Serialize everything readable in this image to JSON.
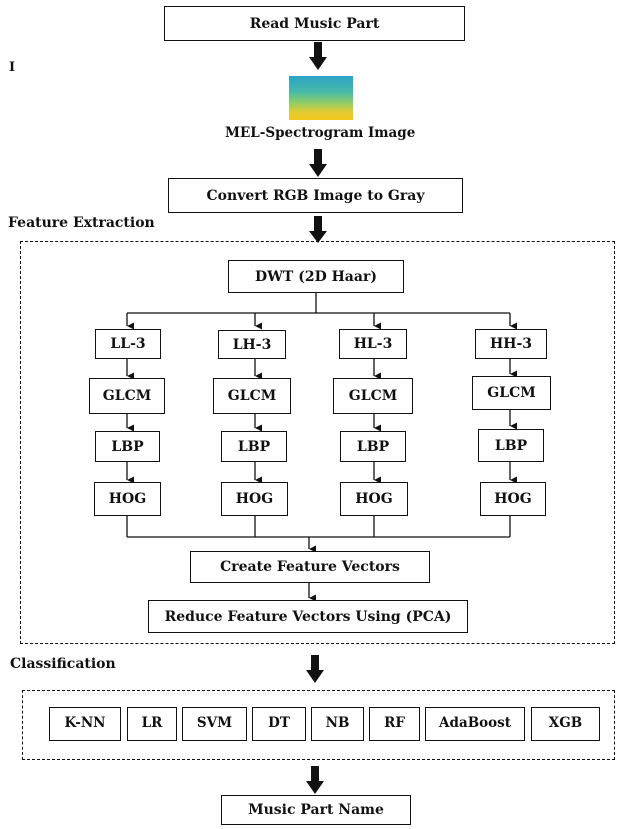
{
  "top": {
    "read": "Read Music Part",
    "marker": "I",
    "spectrogram_caption": "MEL-Spectrogram Image",
    "convert": "Convert RGB Image to Gray"
  },
  "feature_extraction": {
    "title": "Feature Extraction",
    "dwt": "DWT (2D Haar)",
    "branches": [
      {
        "band": "LL-3",
        "glcm": "GLCM",
        "lbp": "LBP",
        "hog": "HOG"
      },
      {
        "band": "LH-3",
        "glcm": "GLCM",
        "lbp": "LBP",
        "hog": "HOG"
      },
      {
        "band": "HL-3",
        "glcm": "GLCM",
        "lbp": "LBP",
        "hog": "HOG"
      },
      {
        "band": "HH-3",
        "glcm": "GLCM",
        "lbp": "LBP",
        "hog": "HOG"
      }
    ],
    "create_vectors": "Create Feature Vectors",
    "reduce_vectors": "Reduce Feature Vectors Using (PCA)"
  },
  "classification": {
    "title": "Classification",
    "classifiers": [
      "K-NN",
      "LR",
      "SVM",
      "DT",
      "NB",
      "RF",
      "AdaBoost",
      "XGB"
    ]
  },
  "output": "Music Part Name"
}
